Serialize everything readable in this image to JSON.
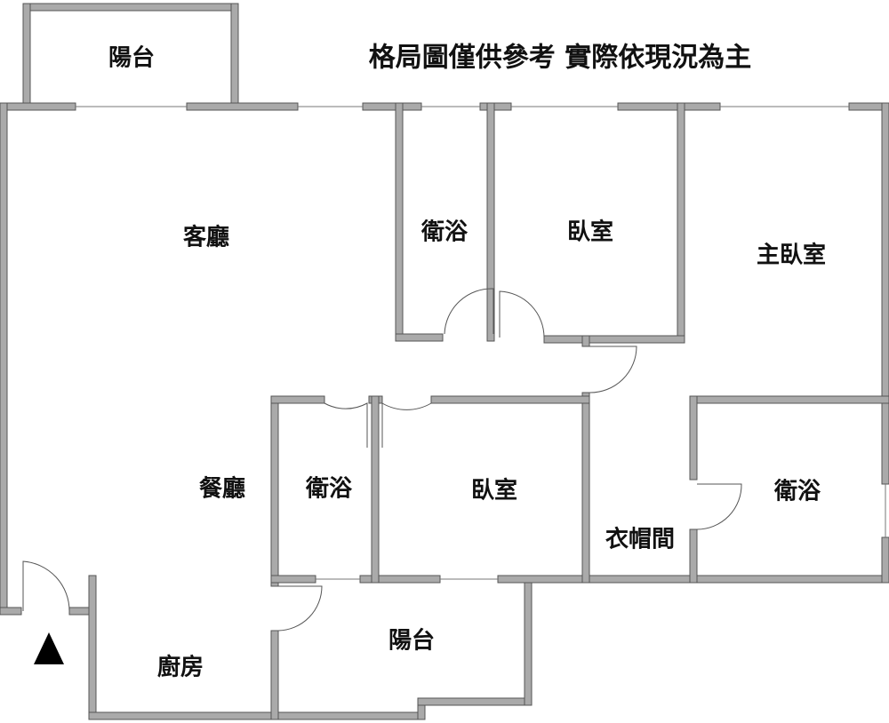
{
  "title": "格局圖僅供參考 實際依現況為主",
  "rooms": {
    "balcony_top": "陽台",
    "living_room": "客廳",
    "bath_upper": "衛浴",
    "bedroom_upper": "臥室",
    "master_bedroom": "主臥室",
    "dining_room": "餐廳",
    "bath_lower": "衛浴",
    "bedroom_lower": "臥室",
    "walk_in_closet": "衣帽間",
    "master_bath": "衛浴",
    "balcony_bottom": "陽台",
    "kitchen": "廚房"
  },
  "colors": {
    "wall": "#aaaaaa",
    "outline": "#555555"
  }
}
